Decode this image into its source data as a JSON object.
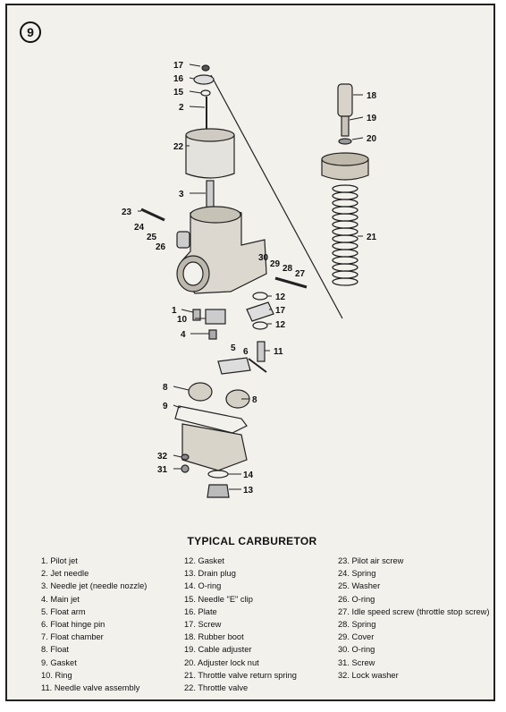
{
  "page_number": "9",
  "title": "TYPICAL CARBURETOR",
  "callouts": [
    "17",
    "16",
    "15",
    "2",
    "22",
    "3",
    "23",
    "24",
    "25",
    "26",
    "18",
    "19",
    "20",
    "21",
    "30",
    "29",
    "28",
    "27",
    "12",
    "17",
    "12",
    "1",
    "10",
    "4",
    "6",
    "5",
    "11",
    "8",
    "9",
    "8",
    "32",
    "31",
    "14",
    "13"
  ],
  "legend": {
    "col1": [
      "1. Pilot jet",
      "2. Jet needle",
      "3. Needle jet (needle nozzle)",
      "4. Main jet",
      "5. Float arm",
      "6. Float hinge pin",
      "7. Float chamber",
      "8. Float",
      "9. Gasket",
      "10. Ring",
      "11. Needle valve assembly"
    ],
    "col2": [
      "12. Gasket",
      "13. Drain plug",
      "14. O-ring",
      "15. Needle \"E\" clip",
      "16. Plate",
      "17. Screw",
      "18. Rubber boot",
      "19. Cable adjuster",
      "20. Adjuster lock nut",
      "21. Throttle valve return spring",
      "22. Throttle valve"
    ],
    "col3": [
      "23. Pilot air screw",
      "24. Spring",
      "25. Washer",
      "26. O-ring",
      "27. Idle speed screw (throttle stop screw)",
      "28. Spring",
      "29. Cover",
      "30. O-ring",
      "31. Screw",
      "32. Lock washer"
    ]
  }
}
